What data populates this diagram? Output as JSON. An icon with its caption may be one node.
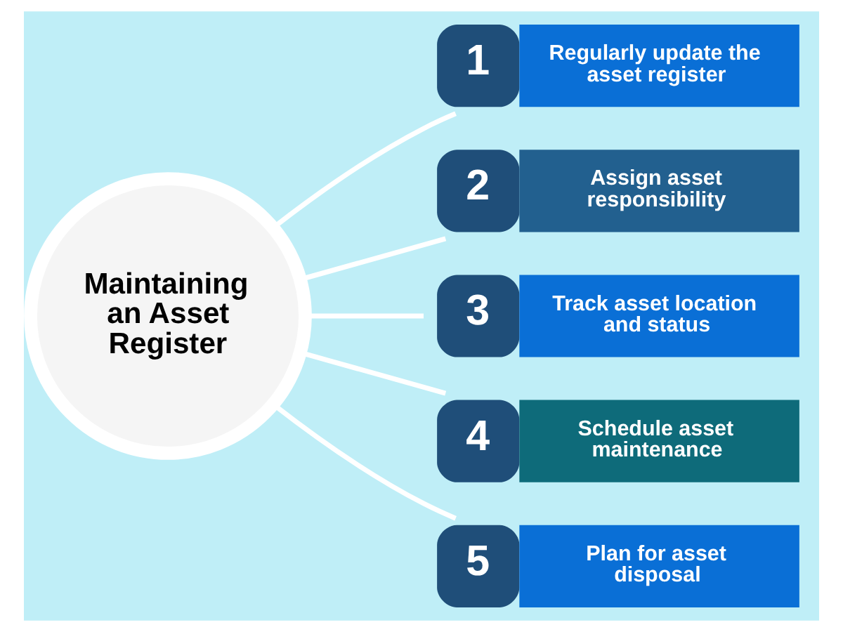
{
  "diagram": {
    "nodes": [
      {
        "text": [
          "Maintaining an Asset Register"
        ]
      },
      {
        "text": [
          "1",
          "Regularly update the asset register"
        ]
      },
      {
        "text": [
          "2",
          "Assign asset responsibility"
        ]
      },
      {
        "text": [
          "3",
          "Track asset location and status"
        ]
      },
      {
        "text": [
          "4",
          "Schedule asset maintenance"
        ]
      },
      {
        "text": [
          "5",
          "Plan for asset disposal"
        ]
      }
    ],
    "edges": [
      {
        "from": 0,
        "to": 1,
        "arrow": "none"
      },
      {
        "from": 0,
        "to": 2,
        "arrow": "none"
      },
      {
        "from": 0,
        "to": 3,
        "arrow": "none"
      },
      {
        "from": 0,
        "to": 4,
        "arrow": "none"
      },
      {
        "from": 0,
        "to": 5,
        "arrow": "none"
      }
    ]
  }
}
